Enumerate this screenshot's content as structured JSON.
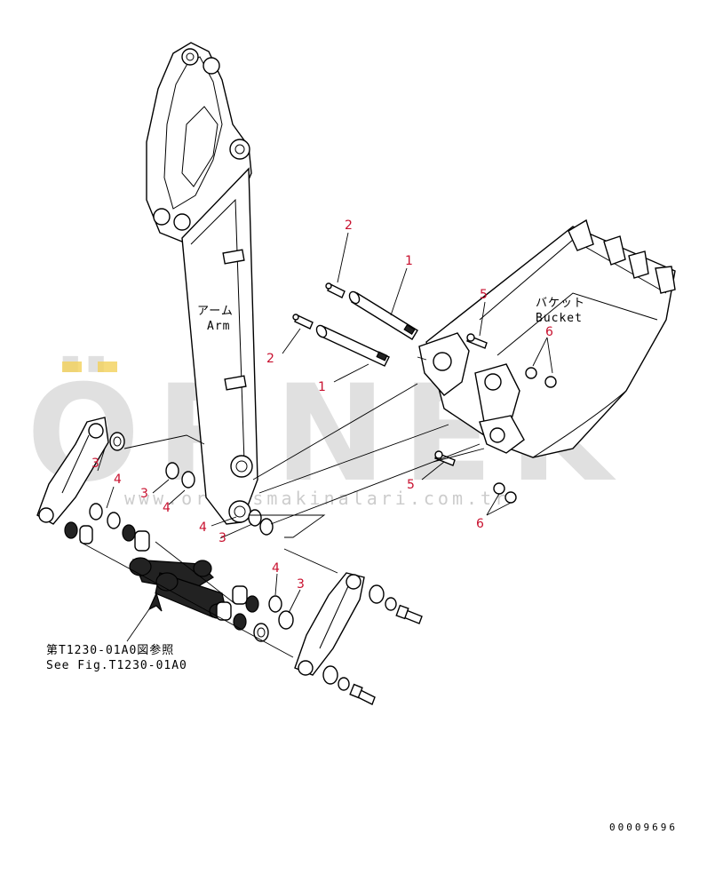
{
  "labels": {
    "arm_jp": "アーム",
    "arm_en": "Arm",
    "bucket_jp": "バケット",
    "bucket_en": "Bucket",
    "see_fig_jp": "第T1230-01A0図参照",
    "see_fig_en": "See Fig.T1230-01A0"
  },
  "callouts": [
    "1",
    "1",
    "2",
    "2",
    "3",
    "3",
    "3",
    "3",
    "4",
    "4",
    "4",
    "4",
    "5",
    "5",
    "6",
    "6"
  ],
  "watermark": {
    "main": "ÖRNEK",
    "site": "www.orneksmakinalari.com.tr"
  },
  "document_number": "00009696",
  "colors": {
    "callout": "#c8102e",
    "watermark": "#d6d6d6",
    "watermark_accent": "#f2d15a"
  }
}
